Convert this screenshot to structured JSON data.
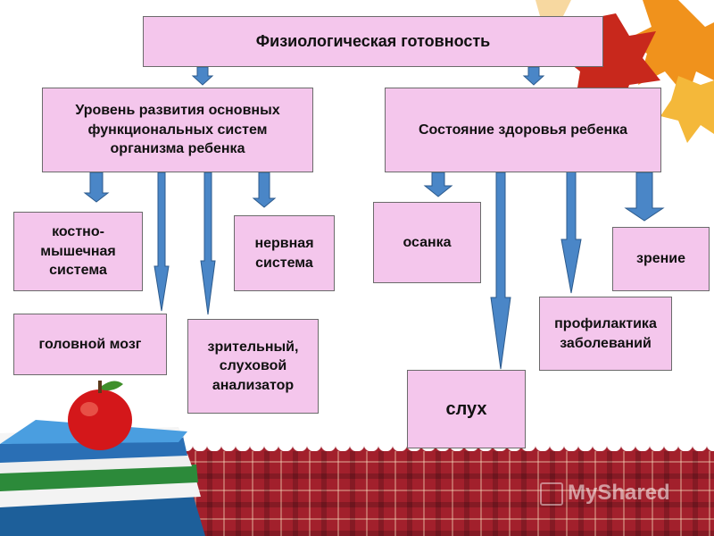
{
  "diagram": {
    "root": "Физиологическая готовность",
    "left_branch": {
      "title": "Уровень развития основных\nфункциональных систем\nорганизма ребенка",
      "children": [
        "костно-\nмышечная\nсистема",
        "головной мозг",
        "зрительный,\nслуховой\nанализатор",
        "нервная\nсистема"
      ]
    },
    "right_branch": {
      "title": "Состояние здоровья ребенка",
      "children": [
        "осанка",
        "слух",
        "профилактика\nзаболеваний",
        "зрение"
      ]
    }
  },
  "watermark": "MyShared",
  "colors": {
    "box_fill": "#f4c6ec",
    "arrow_fill": "#4a86c7",
    "arrow_stroke": "#2c5a8c",
    "plaid": "#a2202c"
  }
}
